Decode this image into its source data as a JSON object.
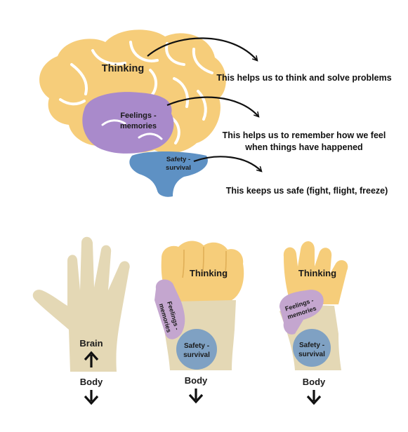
{
  "colors": {
    "thinking": "#F6CD7A",
    "thinking_dark": "#EFC069",
    "feelings": "#A98ACB",
    "feelings_hand": "#C4A6CF",
    "safety": "#5E91C4",
    "safety_hand": "#7FA1C3",
    "hand": "#E4D8B5",
    "arrow": "#111111"
  },
  "brain": {
    "thinking_label": "Thinking",
    "feelings_label_line1": "Feelings -",
    "feelings_label_line2": "memories",
    "safety_label_line1": "Safety -",
    "safety_label_line2": "survival"
  },
  "descriptions": {
    "thinking": "This helps us to think and solve problems",
    "feelings_line1": "This helps us to remember how we feel",
    "feelings_line2": "when things have happened",
    "safety": "This keeps us safe (fight, flight, freeze)"
  },
  "hands": {
    "open": {
      "brain_label": "Brain",
      "body_label": "Body"
    },
    "fist": {
      "thinking_label": "Thinking",
      "feelings_line1": "Feelings -",
      "feelings_line2": "memories",
      "safety_line1": "Safety -",
      "safety_line2": "survival",
      "body_label": "Body"
    },
    "flipped": {
      "thinking_label": "Thinking",
      "feelings_line1": "Feelings -",
      "feelings_line2": "memories",
      "safety_line1": "Safety -",
      "safety_line2": "survival",
      "body_label": "Body"
    }
  }
}
